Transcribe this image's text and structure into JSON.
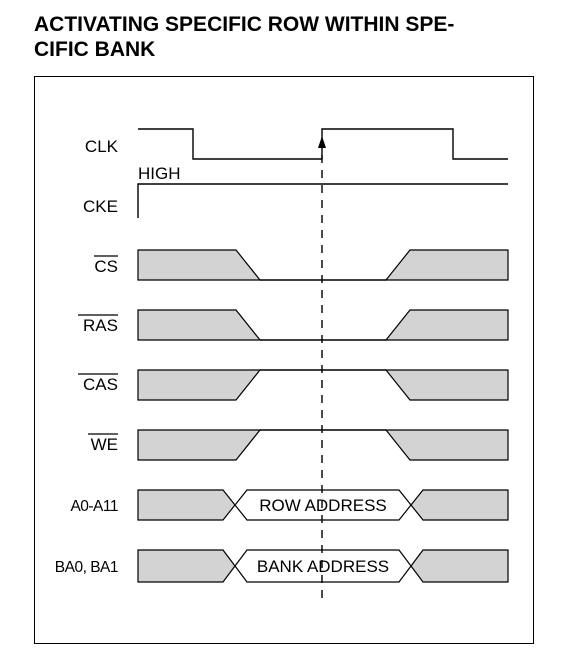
{
  "title": {
    "line1": "ACTIVATING SPECIFIC ROW WITHIN SPE-",
    "line2": "CIFIC BANK"
  },
  "signals": {
    "clk": "CLK",
    "cke": "CKE",
    "cke_level": "HIGH",
    "cs": "CS",
    "ras": "RAS",
    "cas": "CAS",
    "we": "WE",
    "addr": "A0-A11",
    "bank": "BA0, BA1"
  },
  "bus": {
    "row": "ROW ADDRESS",
    "bank": "BANK ADDRESS"
  },
  "colors": {
    "fill": "#d3d3d3",
    "line": "#000000"
  }
}
